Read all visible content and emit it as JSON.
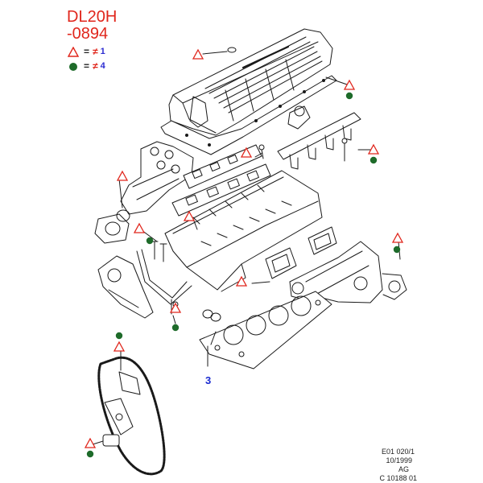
{
  "header": {
    "title_line1": "DL20H",
    "title_line2": "-0894"
  },
  "legend": [
    {
      "symbol": "triangle-icon",
      "eq": "=",
      "neq": "≠",
      "num": "1"
    },
    {
      "symbol": "dot-icon",
      "eq": "=",
      "neq": "≠",
      "num": "4"
    }
  ],
  "callout": {
    "label": "3"
  },
  "reference": {
    "line1": "E01 020/1",
    "line2": "10/1999",
    "line3": "AG",
    "line4": "C 10188 01"
  },
  "colors": {
    "triangle": "#e0261c",
    "dot": "#1e6b2a",
    "title": "#e0261c",
    "callout": "#1a2bd0",
    "linework": "#1a1a1a"
  }
}
